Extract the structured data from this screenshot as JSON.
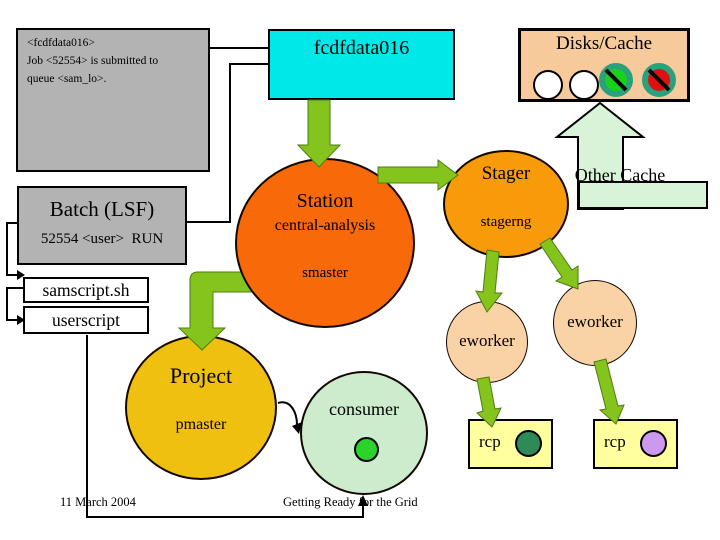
{
  "info_box": {
    "lines": [
      "<fcdfdata016>",
      "Job <52554> is submitted to",
      "queue <sam_lo>."
    ]
  },
  "host": {
    "label": "fcdfdata016"
  },
  "disks": {
    "label": "Disks/Cache"
  },
  "batch": {
    "title": "Batch (LSF)",
    "status": "52554 <user>  RUN"
  },
  "scripts": {
    "samscript": "samscript.sh",
    "userscript": "userscript"
  },
  "station": {
    "title": "Station",
    "name": "central-analysis",
    "daemon": "smaster"
  },
  "stager": {
    "title": "Stager",
    "daemon": "stagerng"
  },
  "other_cache": {
    "label": "Other Cache"
  },
  "eworkers": {
    "left": "eworker",
    "right": "eworker"
  },
  "project": {
    "title": "Project",
    "daemon": "pmaster"
  },
  "consumer": {
    "label": "consumer"
  },
  "rcp": {
    "left": "rcp",
    "right": "rcp"
  },
  "footer": {
    "date": "11 March 2004",
    "title": "Getting Ready for the Grid"
  },
  "colors": {
    "arrow_green": "#85c31d",
    "big_arrow_pale_green": "#d8f3d8",
    "host_cyan": "#00e8e8",
    "disks_peach": "#f6ca9b",
    "station_orange": "#f8690a",
    "stager_orange": "#f79b0b",
    "eworker_peach": "#f9d2a5",
    "project_gold": "#f0c010",
    "consumer_green": "#cdeccd",
    "rcp_yellow": "#ffff9e",
    "rcp_dot_left": "#2e8b57",
    "rcp_dot_right": "#cc99ee",
    "consumer_dot": "#2bd42b",
    "disk_blocked_ring": "#2aa07c",
    "disk_blocked_green": "#1ad11a",
    "disk_blocked_red": "#dd1111",
    "box_gray": "#b3b3b3"
  }
}
